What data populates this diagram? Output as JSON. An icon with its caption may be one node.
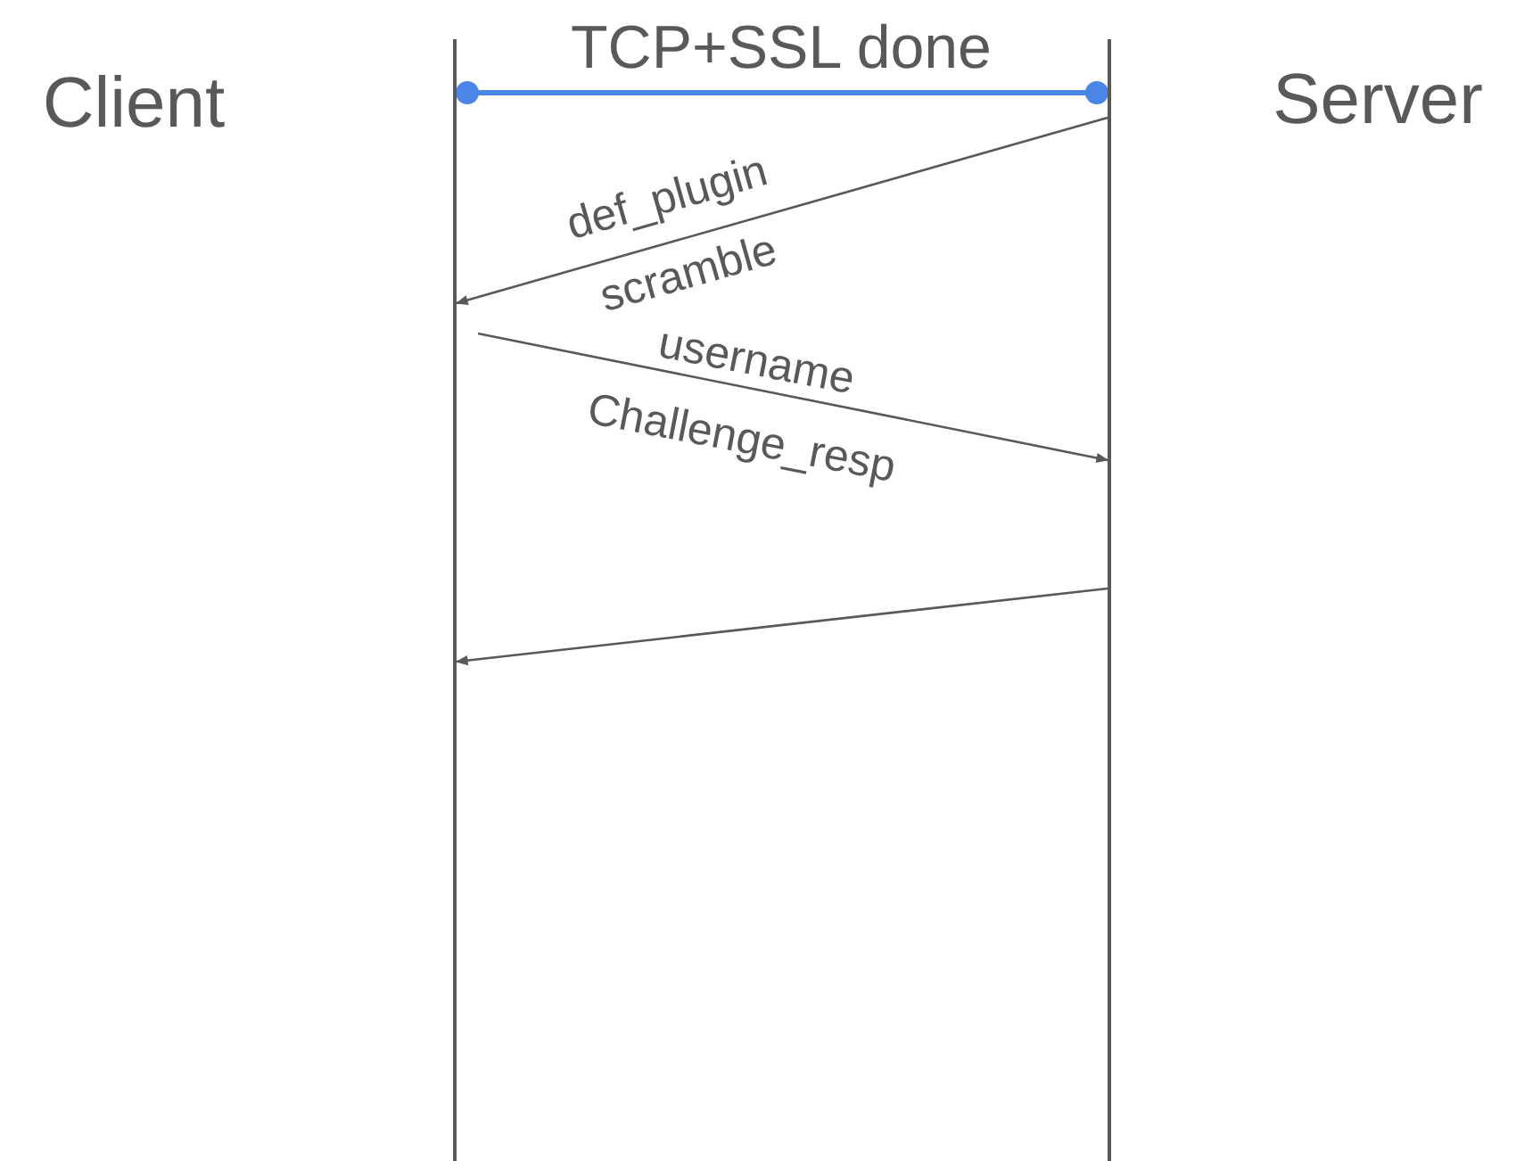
{
  "diagram": {
    "nodes": [
      {
        "text": [],
        "shape": "bar",
        "beside": [
          "Client"
        ]
      },
      {
        "text": [],
        "shape": "bar",
        "beside": [
          "Server"
        ]
      }
    ],
    "edges": [
      {
        "from": 0,
        "to": 1,
        "arrow": "other",
        "label": "TCP+SSL done",
        "style": "thick",
        "color": "#4a86e8"
      },
      {
        "from": 1,
        "to": 0,
        "arrow": "to",
        "label": "def_plugin scramble"
      },
      {
        "from": 0,
        "to": 1,
        "arrow": "to",
        "label": "username Challenge_resp"
      },
      {
        "from": 1,
        "to": 0,
        "arrow": "to"
      }
    ]
  }
}
